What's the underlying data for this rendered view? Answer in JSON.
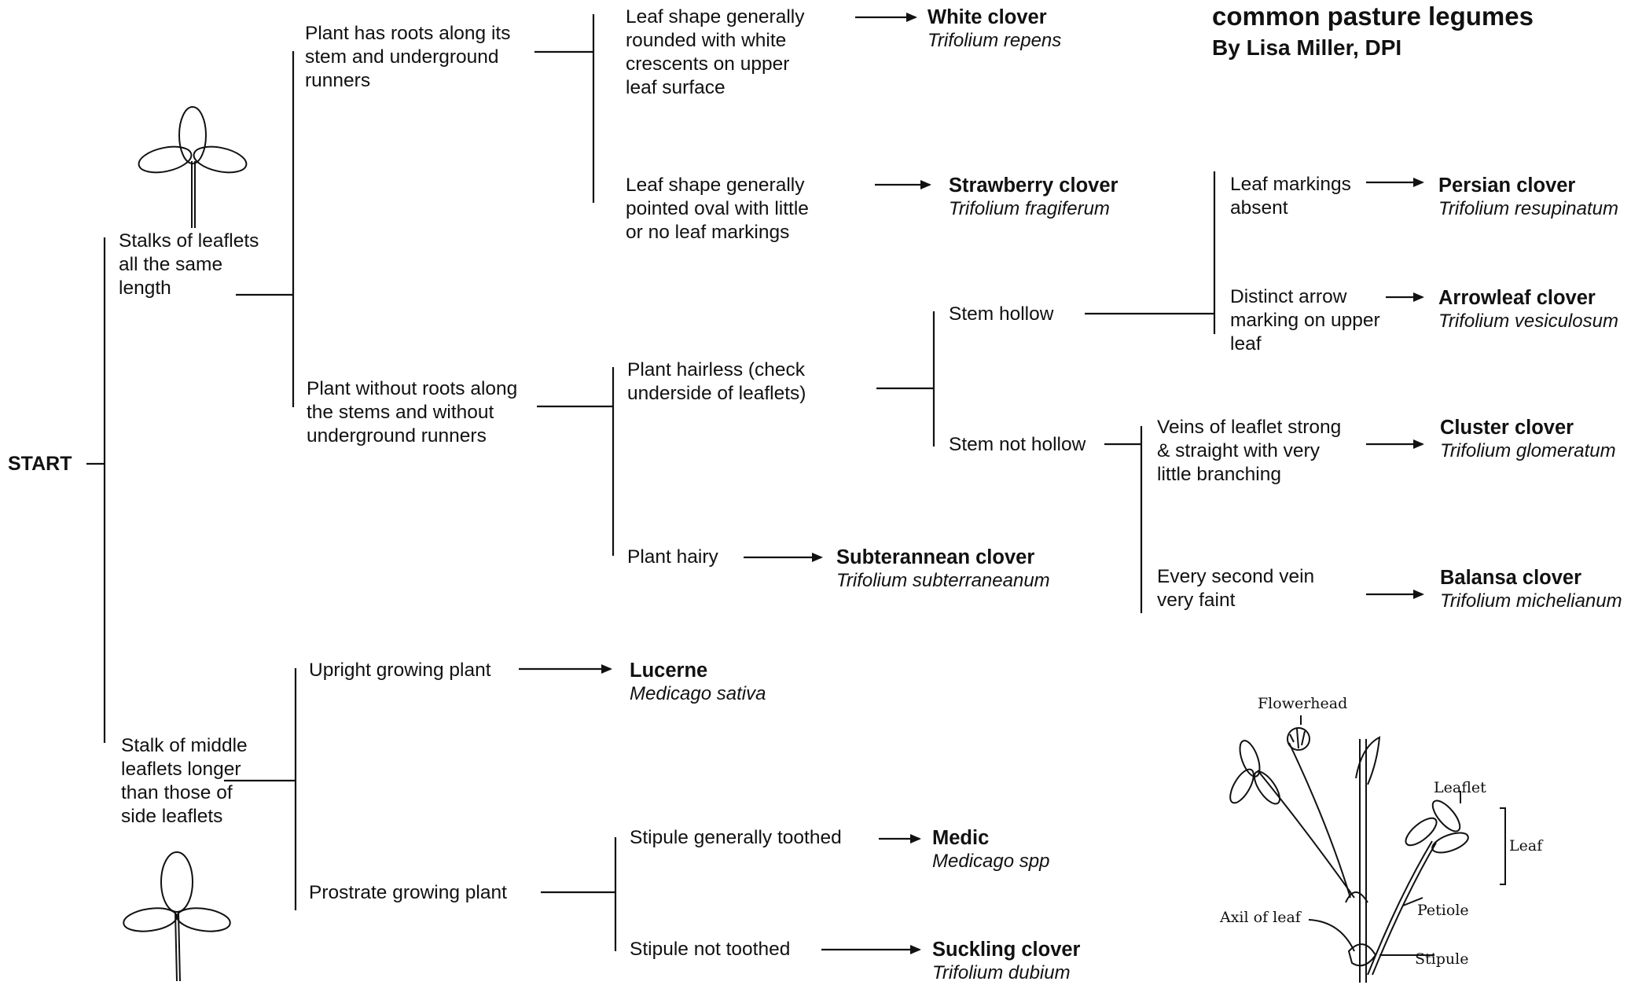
{
  "title": {
    "line1": "common pasture legumes",
    "line2": "By Lisa Miller, DPI"
  },
  "root": "START",
  "criteria": {
    "stalks_same": "Stalks of leaflets\nall the same\nlength",
    "stalk_middle_longer": "Stalk of middle\nleaflets longer\nthan those of\nside leaflets",
    "roots_along_stem": "Plant has roots along its\nstem and underground\nrunners",
    "no_roots": "Plant without roots along\nthe stems and without\nunderground runners",
    "leaf_rounded": "Leaf shape generally\nrounded with white\ncrescents on upper\nleaf surface",
    "leaf_pointed": "Leaf shape generally\npointed oval with little\nor no leaf markings",
    "plant_hairless": "Plant hairless (check\nunderside of leaflets)",
    "plant_hairy": "Plant hairy",
    "stem_hollow": "Stem hollow",
    "stem_not_hollow": "Stem not hollow",
    "markings_absent": "Leaf markings\nabsent",
    "arrow_marking": "Distinct arrow\nmarking on upper\nleaf",
    "veins_strong": "Veins of leaflet strong\n& straight with very\nlittle branching",
    "second_vein_faint": "Every second vein\nvery faint",
    "upright": "Upright growing plant",
    "prostrate": "Prostrate growing plant",
    "stipule_toothed": "Stipule generally toothed",
    "stipule_not_toothed": "Stipule not toothed"
  },
  "species": {
    "white": {
      "common": "White clover",
      "latin": "Trifolium repens"
    },
    "strawberry": {
      "common": "Strawberry clover",
      "latin": "Trifolium fragiferum"
    },
    "persian": {
      "common": "Persian clover",
      "latin": "Trifolium resupinatum"
    },
    "arrowleaf": {
      "common": "Arrowleaf clover",
      "latin": "Trifolium vesiculosum"
    },
    "cluster": {
      "common": "Cluster clover",
      "latin": "Trifolium glomeratum"
    },
    "balansa": {
      "common": "Balansa clover",
      "latin": "Trifolium michelianum"
    },
    "subterranean": {
      "common": "Subterannean clover",
      "latin": "Trifolium subterraneanum"
    },
    "lucerne": {
      "common": "Lucerne",
      "latin": "Medicago sativa"
    },
    "medic": {
      "common": "Medic",
      "latin": "Medicago spp"
    },
    "suckling": {
      "common": "Suckling clover",
      "latin": "Trifolium dubium"
    }
  },
  "anatomy": {
    "flowerhead": "Flowerhead",
    "leaflet": "Leaflet",
    "leaf": "Leaf",
    "axil": "Axil of leaf",
    "petiole": "Petiole",
    "stipule": "Stipule"
  }
}
